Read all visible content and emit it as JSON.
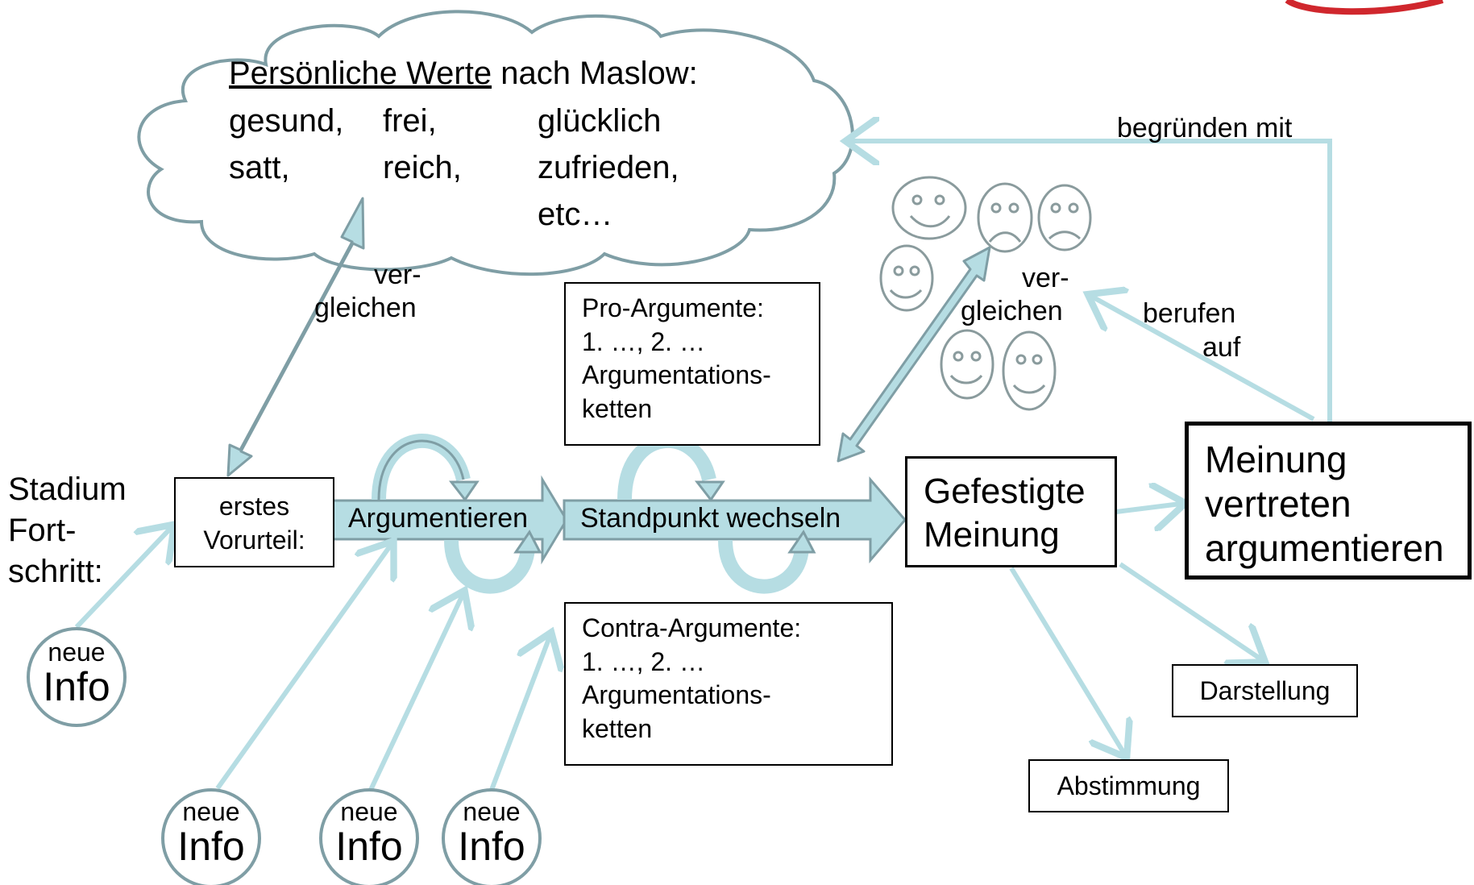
{
  "cloud": {
    "title": "Persönliche Werte",
    "title_rest": "nach Maslow:",
    "rows": [
      [
        "gesund,",
        "frei,",
        "glücklich"
      ],
      [
        "satt,",
        "reich,",
        "zufrieden,"
      ],
      [
        "",
        "",
        "etc…"
      ]
    ]
  },
  "stadium": {
    "line1": "Stadium",
    "line2": "Fort-",
    "line3": "schritt:"
  },
  "vorurteil": {
    "line1": "erstes",
    "line2": "Vorurteil:"
  },
  "flow": {
    "step1": "Argumentieren",
    "step2": "Standpunkt wechseln"
  },
  "vergleichen_left": {
    "line1": "ver-",
    "line2": "gleichen"
  },
  "vergleichen_right": {
    "line1": "ver-",
    "line2": "gleichen"
  },
  "pro": {
    "line1": "Pro-Argumente:",
    "line2": "1. …, 2. …",
    "line3": "Argumentations-",
    "line4": "ketten"
  },
  "contra": {
    "line1": "Contra-Argumente:",
    "line2": "1. …, 2. …",
    "line3": "Argumentations-",
    "line4": "ketten"
  },
  "gefestigt": {
    "line1": "Gefestigte",
    "line2": "Meinung"
  },
  "vertreten": {
    "line1": "Meinung",
    "line2": "vertreten",
    "line3": "argumentieren"
  },
  "begruenden": "begründen mit",
  "berufen": {
    "line1": "berufen",
    "line2": "auf"
  },
  "darstellung": "Darstellung",
  "abstimmung": "Abstimmung",
  "info": {
    "small": "neue",
    "big": "Info"
  },
  "colors": {
    "arrow_fill": "#b6dde3",
    "arrow_stroke": "#7f9ea5",
    "light_line": "#b6dde3",
    "cloud_stroke": "#7f9ea5",
    "face_stroke": "#8a9b9d"
  }
}
